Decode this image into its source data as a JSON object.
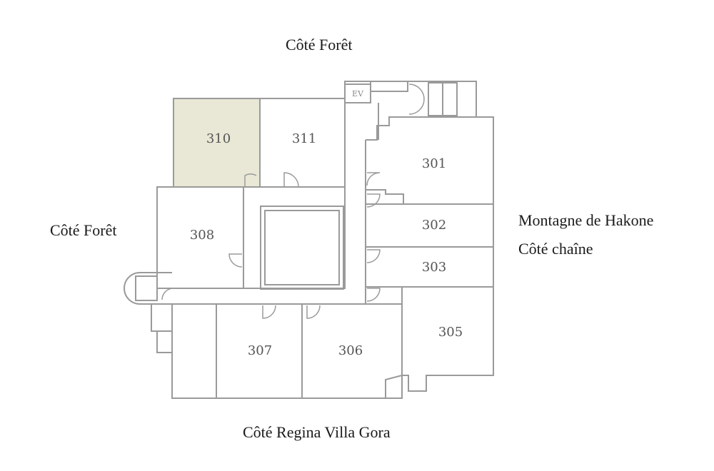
{
  "labels": {
    "top": "Côté Forêt",
    "left": "Côté Forêt",
    "right_line1": "Montagne de Hakone",
    "right_line2": "Côté chaîne",
    "bottom": "Côté Regina Villa Gora"
  },
  "rooms": [
    {
      "number": "310",
      "highlighted": true
    },
    {
      "number": "311",
      "highlighted": false
    },
    {
      "number": "308",
      "highlighted": false
    },
    {
      "number": "301",
      "highlighted": false
    },
    {
      "number": "302",
      "highlighted": false
    },
    {
      "number": "303",
      "highlighted": false
    },
    {
      "number": "305",
      "highlighted": false
    },
    {
      "number": "306",
      "highlighted": false
    },
    {
      "number": "307",
      "highlighted": false
    }
  ],
  "elevator_label": "EV",
  "colors": {
    "wall": "#9a9a9a",
    "highlight": "#e9e8d6",
    "text": "#1a1a1a"
  }
}
